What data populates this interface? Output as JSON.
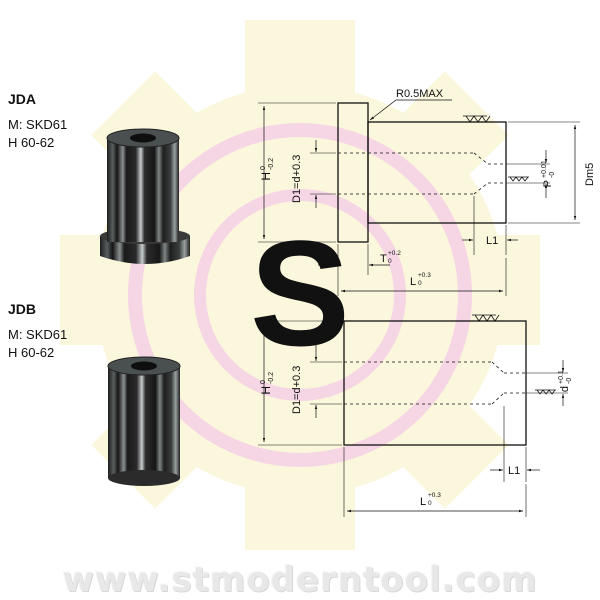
{
  "watermark": {
    "url": "www.stmoderntool.com",
    "gear_color": "#fbf7dc",
    "ring_color": "#f6d5e5"
  },
  "jda": {
    "title": "JDA",
    "material": "M: SKD61",
    "hardness": "H 60-62",
    "labels": {
      "radius": "R0.5MAX",
      "h": "H",
      "h_tol_upper": "0",
      "h_tol_lower": "-0.2",
      "d1": "D1=d+0.3",
      "p": "P",
      "p_tol_upper": "+0.01",
      "p_tol_lower": "-0",
      "dm": "Dm5",
      "l1": "L1",
      "t": "T",
      "t_tol_upper": "+0.2",
      "t_tol_lower": "0",
      "l": "L",
      "l_tol_upper": "+0.3",
      "l_tol_lower": "0"
    }
  },
  "jdb": {
    "title": "JDB",
    "material": "M: SKD61",
    "hardness": "H 60-62",
    "labels": {
      "h": "H",
      "h_tol_upper": "0",
      "h_tol_lower": "-0.2",
      "d1": "D1=d+0.3",
      "d": "d",
      "d_tol_upper": "+0.1",
      "d_tol_lower": "-0",
      "l1": "L1",
      "l": "L",
      "l_tol_upper": "+0.3",
      "l_tol_lower": "0"
    }
  }
}
